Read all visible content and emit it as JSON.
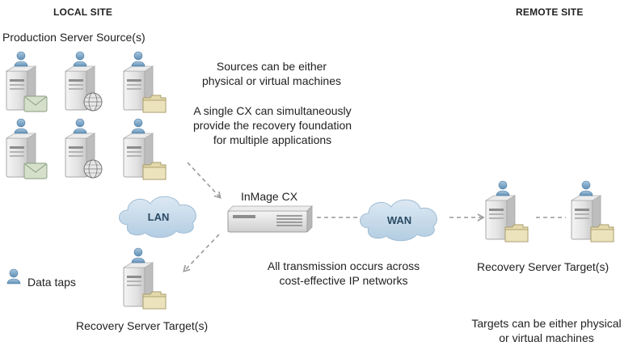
{
  "headers": {
    "local_site": "LOCAL SITE",
    "remote_site": "REMOTE SITE"
  },
  "labels": {
    "production_source": "Production Server Source(s)",
    "sources_note_line1": "Sources can be either",
    "sources_note_line2": "physical or virtual machines",
    "cx_note_line1": "A single CX can simultaneously",
    "cx_note_line2": "provide the recovery foundation",
    "cx_note_line3": "for multiple applications",
    "inmage_cx": "InMage CX",
    "lan": "LAN",
    "wan": "WAN",
    "transmission_line1": "All transmission occurs across",
    "transmission_line2": "cost-effective IP networks",
    "recovery_target_local": "Recovery Server Target(s)",
    "recovery_target_remote": "Recovery Server Target(s)",
    "targets_note_line1": "Targets can be either physical",
    "targets_note_line2": "or virtual machines",
    "legend_data_taps": "Data taps"
  },
  "icons": {
    "server": "server-icon",
    "data_tap": "data-tap-icon",
    "mail_badge": "envelope-icon",
    "web_badge": "globe-icon",
    "folder_badge": "folder-icon",
    "appliance": "cx-appliance-icon",
    "cloud": "cloud-icon"
  },
  "colors": {
    "cloud_fill": "#c9dceb",
    "tap_blue": "#7aa6c8",
    "server_body": "#e6e6e6",
    "folder": "#e3d7a9",
    "envelope": "#cfdcc4",
    "connector": "#9a9a9a"
  }
}
